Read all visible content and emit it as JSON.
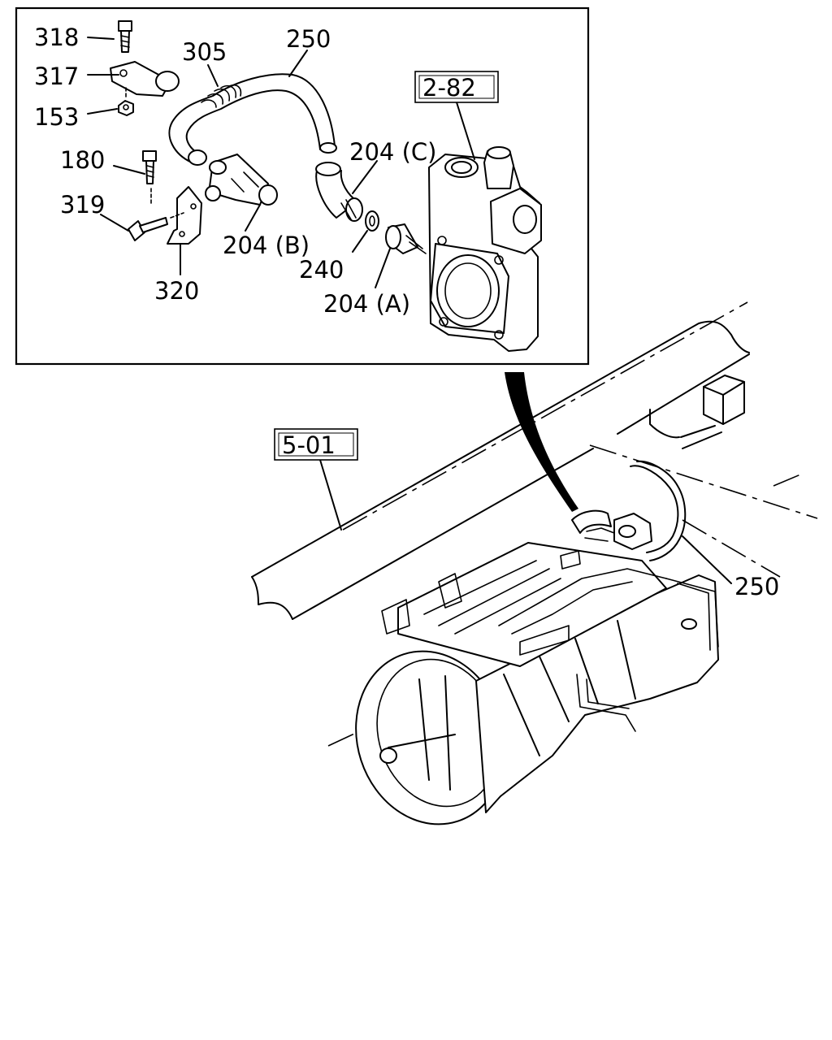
{
  "labels": {
    "p318": "318",
    "p317": "317",
    "p153": "153",
    "p180": "180",
    "p319": "319",
    "p320": "320",
    "p305": "305",
    "p250_top": "250",
    "p204b": "204 (B)",
    "p204c": "204 (C)",
    "p240": "240",
    "p204a": "204 (A)",
    "ref_282": "2-82",
    "ref_501": "5-01",
    "p250_main": "250"
  }
}
